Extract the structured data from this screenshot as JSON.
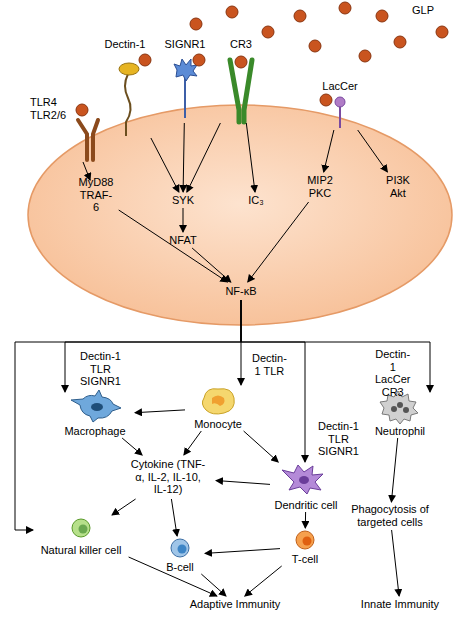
{
  "diagram": {
    "nodes": [
      {
        "text": [
          "TLR4 TLR2/6"
        ]
      },
      {
        "text": [
          "Dectin-1"
        ]
      },
      {
        "text": [
          "SIGNR1"
        ]
      },
      {
        "text": [
          "CR3"
        ]
      },
      {
        "text": [
          "LacCer"
        ]
      },
      {
        "text": [
          "MyD88 TRAF-6"
        ]
      },
      {
        "text": [
          "SYK"
        ]
      },
      {
        "text": [
          "IC₃"
        ]
      },
      {
        "text": [
          "NFAT"
        ]
      },
      {
        "text": [
          "MIP2 PKC"
        ]
      },
      {
        "text": [
          "PI3K Akt"
        ]
      },
      {
        "text": [
          "NF-κB"
        ]
      },
      {
        "text": [
          "Macrophage"
        ]
      },
      {
        "text": [
          "Monocyte"
        ]
      },
      {
        "text": [
          "Neutrophil"
        ]
      },
      {
        "text": [
          "Cytokine (TNF-α, IL-2, IL-10, IL-12)"
        ]
      },
      {
        "text": [
          "Dendritic cell"
        ]
      },
      {
        "text": [
          "Natural killer cell"
        ]
      },
      {
        "text": [
          "B-cell"
        ]
      },
      {
        "text": [
          "T-cell"
        ]
      },
      {
        "text": [
          "Phagocytosis of targeted cells"
        ]
      },
      {
        "text": [
          "Adaptive Immunity"
        ]
      },
      {
        "text": [
          "Innate Immunity"
        ]
      }
    ],
    "edges": [
      {
        "from": 0,
        "to": 5,
        "arrow": "to"
      },
      {
        "from": 1,
        "to": 6,
        "arrow": "to"
      },
      {
        "from": 2,
        "to": 6,
        "arrow": "to"
      },
      {
        "from": 3,
        "to": 6,
        "arrow": "to"
      },
      {
        "from": 3,
        "to": 7,
        "arrow": "to"
      },
      {
        "from": 4,
        "to": 9,
        "arrow": "to"
      },
      {
        "from": 4,
        "to": 10,
        "arrow": "to"
      },
      {
        "from": 6,
        "to": 8,
        "arrow": "to"
      },
      {
        "from": 5,
        "to": 11,
        "arrow": "to"
      },
      {
        "from": 8,
        "to": 11,
        "arrow": "to"
      },
      {
        "from": 9,
        "to": 11,
        "arrow": "to"
      },
      {
        "from": 11,
        "to": 12,
        "arrow": "to"
      },
      {
        "from": 11,
        "to": 13,
        "arrow": "to"
      },
      {
        "from": 11,
        "to": 16,
        "arrow": "to"
      },
      {
        "from": 11,
        "to": 14,
        "arrow": "to"
      },
      {
        "from": 11,
        "to": 17,
        "arrow": "to"
      },
      {
        "from": 13,
        "to": 12,
        "arrow": "to"
      },
      {
        "from": 12,
        "to": 15,
        "arrow": "to"
      },
      {
        "from": 13,
        "to": 15,
        "arrow": "to"
      },
      {
        "from": 13,
        "to": 16,
        "arrow": "to"
      },
      {
        "from": 16,
        "to": 15,
        "arrow": "to"
      },
      {
        "from": 15,
        "to": 17,
        "arrow": "to"
      },
      {
        "from": 15,
        "to": 18,
        "arrow": "to"
      },
      {
        "from": 16,
        "to": 19,
        "arrow": "to"
      },
      {
        "from": 19,
        "to": 18,
        "arrow": "to"
      },
      {
        "from": 17,
        "to": 21,
        "arrow": "to"
      },
      {
        "from": 18,
        "to": 21,
        "arrow": "to"
      },
      {
        "from": 19,
        "to": 21,
        "arrow": "to"
      },
      {
        "from": 14,
        "to": 20,
        "arrow": "to"
      },
      {
        "from": 20,
        "to": 22,
        "arrow": "to"
      }
    ],
    "labels": [
      "GLP",
      "Dectin-1 TLR SIGNR1",
      "Dectin-1 TLR",
      "Dectin-1 LacCer CR3",
      "Dectin-1 TLR SIGNR1"
    ]
  }
}
